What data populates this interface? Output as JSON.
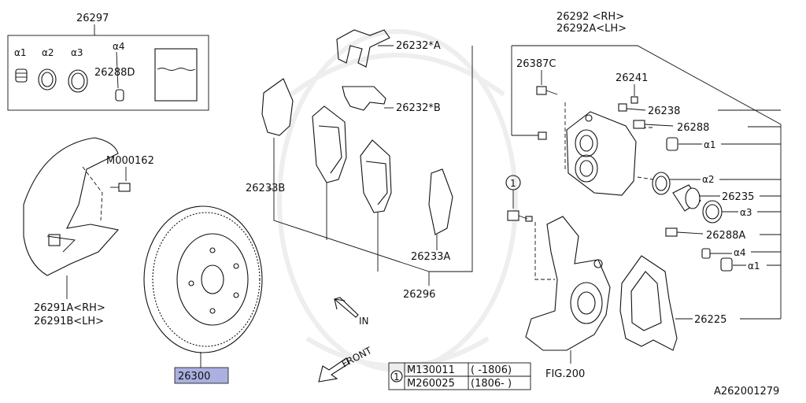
{
  "labels": {
    "kit": "26297",
    "kit_a1": "α1",
    "kit_a2": "α2",
    "kit_a3": "α3",
    "kit_a4": "α4",
    "kit_grease": "26288D",
    "shield_bolt": "M000162",
    "shield_rh": "26291A<RH>",
    "shield_lh": "26291B<LH>",
    "rotor": "26300",
    "spring_a": "26232*A",
    "spring_b": "26232*B",
    "shim_b": "26233B",
    "shim_a": "26233A",
    "pad_set": "26296",
    "caliper_rh": "26292 <RH>",
    "caliper_lh": "26292A<LH>",
    "bleeder_bolt": "26387C",
    "cap": "26241",
    "bleeder": "26238",
    "pin_bolt": "26288",
    "r_a1_top": "α1",
    "r_a2": "α2",
    "piston": "26235",
    "r_a3": "α3",
    "pin_bolt_a": "26288A",
    "r_a4": "α4",
    "r_a1_bottom": "α1",
    "support": "26225",
    "knuckle_ref": "FIG.200",
    "in_arrow": "IN",
    "front_arrow": "FRONT",
    "diagram_id": "A262001279",
    "circle_ref": "1"
  },
  "ref_table": {
    "marker": "1",
    "rows": [
      {
        "part": "M130011",
        "range": "( -1806)"
      },
      {
        "part": "M260025",
        "range": "(1806- )"
      }
    ]
  }
}
